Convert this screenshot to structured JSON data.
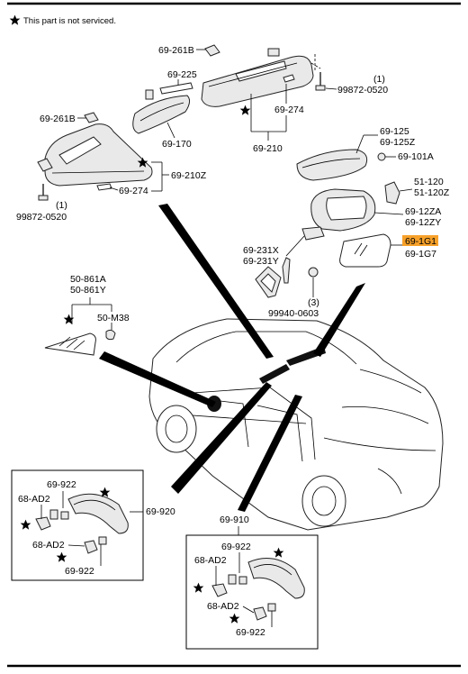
{
  "note": "This part is not serviced.",
  "star_symbol": "★",
  "highlight_color": "#f7a12a",
  "callouts": {
    "c1": "69-261B",
    "c2": "69-225",
    "c3": "69-261B",
    "c4": "99872-0520",
    "c4q": "(1)",
    "c5": "69-274",
    "c6": "69-170",
    "c7": "69-210",
    "c8": "69-210Z",
    "c9": "69-274",
    "c10": "99872-0520",
    "c10q": "(1)",
    "c11a": "69-125",
    "c11b": "69-125Z",
    "c12": "69-101A",
    "c13a": "51-120",
    "c13b": "51-120Z",
    "c14a": "69-12ZA",
    "c14b": "69-12ZY",
    "c15a": "69-1G1",
    "c15b": "69-1G7",
    "c16a": "69-231X",
    "c16b": "69-231Y",
    "c17q": "(3)",
    "c17": "99940-0603",
    "c18a": "50-861A",
    "c18b": "50-861Y",
    "c19": "50-M38",
    "c20": "69-922",
    "c21": "68-AD2",
    "c22": "69-920",
    "c23": "68-AD2",
    "c24": "69-922",
    "c25": "69-910",
    "c26": "69-922",
    "c27": "68-AD2",
    "c28": "68-AD2",
    "c29": "69-922"
  }
}
